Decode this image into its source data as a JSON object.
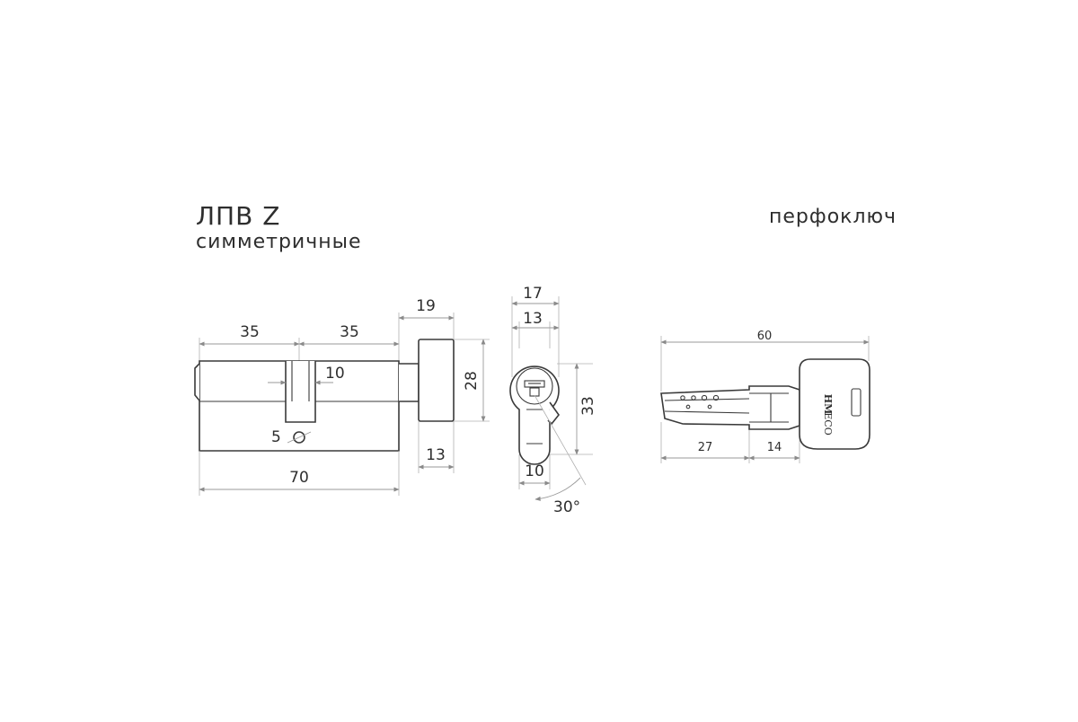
{
  "header": {
    "title": "ЛПВ Z",
    "subtitle": "симметричные",
    "key_type": "перфоключ"
  },
  "dimensions": {
    "left_half": "35",
    "right_half": "35",
    "cam_width": "10",
    "screw_hole": "5",
    "total_length": "70",
    "knob_length": "19",
    "knob_diameter": "28",
    "knob_neck": "13",
    "profile_width": "17",
    "profile_inner": "13",
    "profile_height": "33",
    "profile_bottom": "10",
    "cam_angle": "30°",
    "key_length": "60",
    "key_blade": "27",
    "key_shoulder": "14"
  },
  "key": {
    "brand": "HM",
    "series": "ECO"
  },
  "colors": {
    "line": "#3a3a3a",
    "dimension_line": "#9a9a9a",
    "text": "#2e2e2e",
    "background": "#ffffff"
  }
}
